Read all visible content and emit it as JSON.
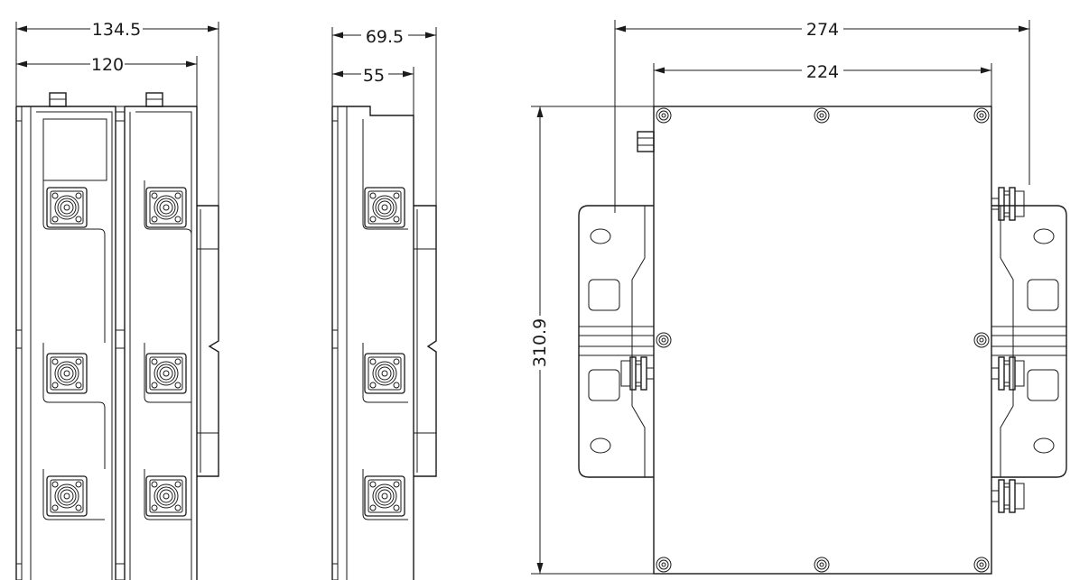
{
  "dimensions": {
    "side_view": {
      "overall_width": "134.5",
      "body_width": "120"
    },
    "end_view": {
      "overall_width": "69.5",
      "body_width": "55"
    },
    "front_view": {
      "overall_width": "274",
      "body_width": "224",
      "height": "310.9"
    }
  },
  "colors": {
    "line": "#1a1a1a",
    "background": "#ffffff"
  }
}
